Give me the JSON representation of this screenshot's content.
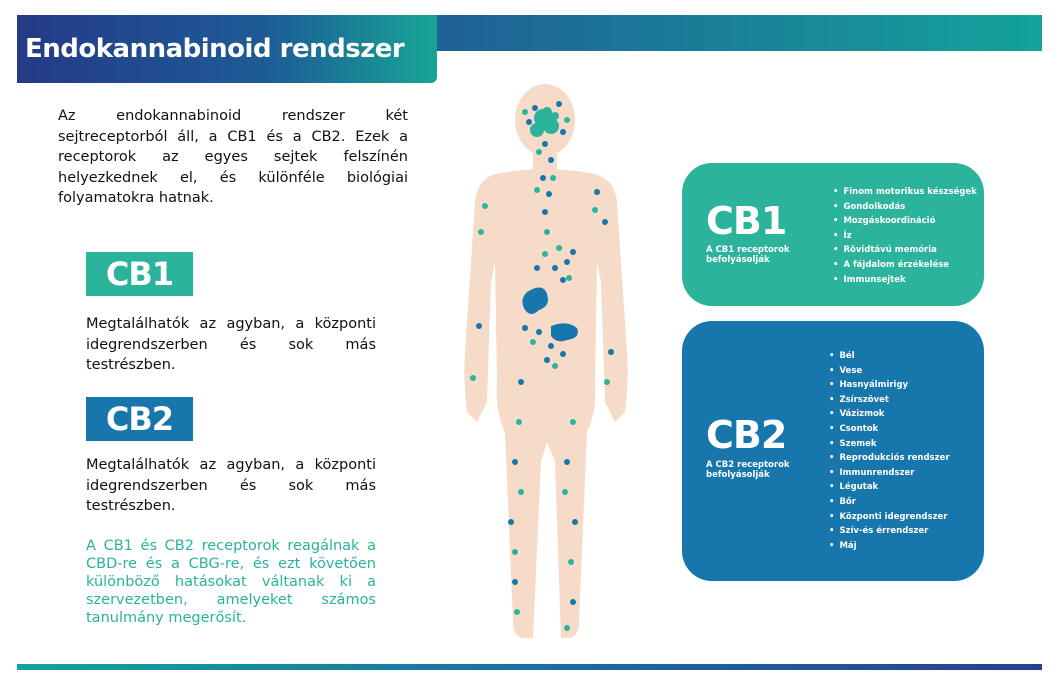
{
  "title": "Endokannabinoid rendszer",
  "intro": "Az endokannabinoid rendszer két sejtreceptorból áll, a CB1 és a CB2. Ezek a receptorok az egyes sejtek felszínén helyezkednek el, és különféle biológiai folyamatokra hatnak.",
  "left": {
    "cb1": {
      "label": "CB1",
      "text": "Megtalálhatók az agyban, a központi idegrendszerben és sok más testrészben."
    },
    "cb2": {
      "label": "CB2",
      "text": "Megtalálhatók az agyban, a központi idegrendszerben és sok más testrészben."
    },
    "note": "A CB1 és CB2 receptorok reagálnak a CBD-re és a CBG-re, és ezt követően különböző hatásokat váltanak ki a szervezetben, amelyeket számos tanulmány megerősít."
  },
  "cards": {
    "cb1": {
      "label": "CB1",
      "sub": "A CB1 receptorok befolyásolják",
      "items": [
        "Finom motorikus készségek",
        "Gondolkodás",
        "Mozgáskoordináció",
        "Íz",
        "Rövidtávú memória",
        "A fájdalom érzékelése",
        "Immunsejtek"
      ]
    },
    "cb2": {
      "label": "CB2",
      "sub": "A CB2 receptorok befolyásolják",
      "items": [
        "Bél",
        "Vese",
        "Hasnyálmirigy",
        "Zsírszövet",
        "Vázizmok",
        "Csontok",
        "Szemek",
        "Reprodukciós rendszer",
        "Immunrendszer",
        "Légutak",
        "Bőr",
        "Központi idegrendszer",
        "Szív-és érrendszer",
        "Máj"
      ]
    }
  },
  "colors": {
    "teal": "#2bb39c",
    "blue": "#1776ac",
    "navy": "#243a87",
    "skin": "#f6dcc8"
  }
}
